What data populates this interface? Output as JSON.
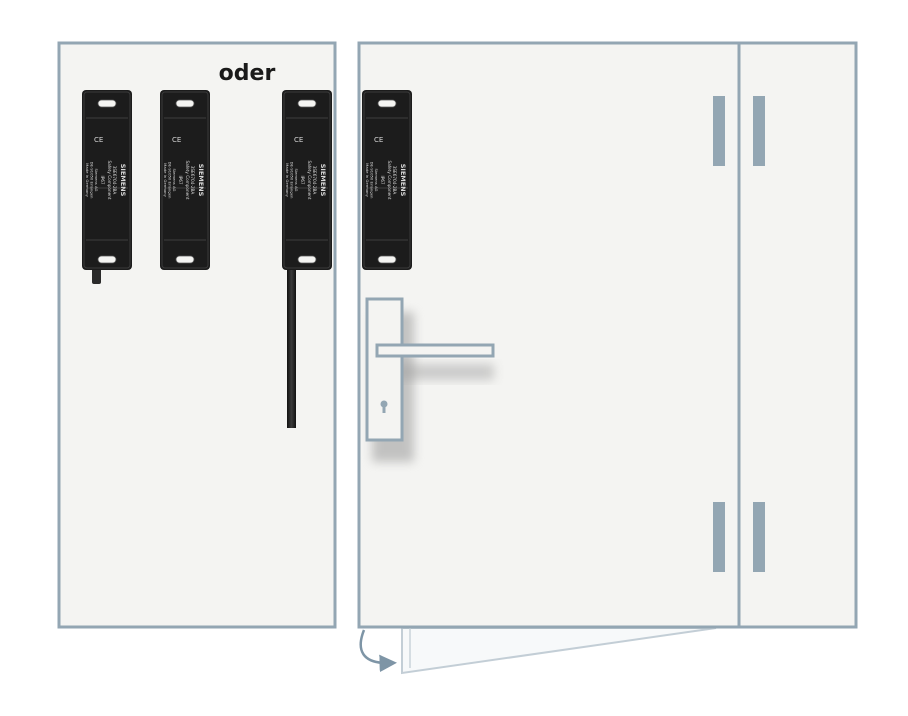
{
  "labels": {
    "oder": "oder"
  },
  "sensors": [
    {
      "brand": "SIEMENS",
      "part_number": "3SE6704-2BA",
      "component": "Safety Component",
      "rating": "IP67",
      "manufacturer": "Siemens AG",
      "address": "DE-91050 Erlangen",
      "origin": "Made in Germany",
      "has_plug": true
    },
    {
      "brand": "SIEMENS",
      "part_number": "3SE6704-2BA",
      "component": "Safety Component",
      "rating": "IP67",
      "manufacturer": "Siemens AG",
      "address": "DE-91050 Erlangen",
      "origin": "Made in Germany",
      "has_plug": false
    },
    {
      "brand": "SIEMENS",
      "part_number": "3SE6704-2BA",
      "component": "Safety Component",
      "rating": "IP67",
      "manufacturer": "Siemens AG",
      "address": "DE-91050 Erlangen",
      "origin": "Made in Germany",
      "has_cable": true
    },
    {
      "brand": "SIEMENS",
      "part_number": "3SE6704-2BA",
      "component": "Safety Component",
      "rating": "IP67",
      "manufacturer": "Siemens AG",
      "address": "DE-91050 Erlangen",
      "origin": "Made in Germany",
      "has_cable": false
    }
  ],
  "colors": {
    "panel_fill": "#f4f4f2",
    "panel_stroke": "#93a6b3",
    "hinge_fill": "#93a6b3",
    "sensor_body": "#1c1c1c",
    "sensor_text": "#d8d8d8",
    "label_text": "#1a1a1a",
    "arrow": "#7e95a6",
    "swing_outline": "#c3ced6"
  }
}
